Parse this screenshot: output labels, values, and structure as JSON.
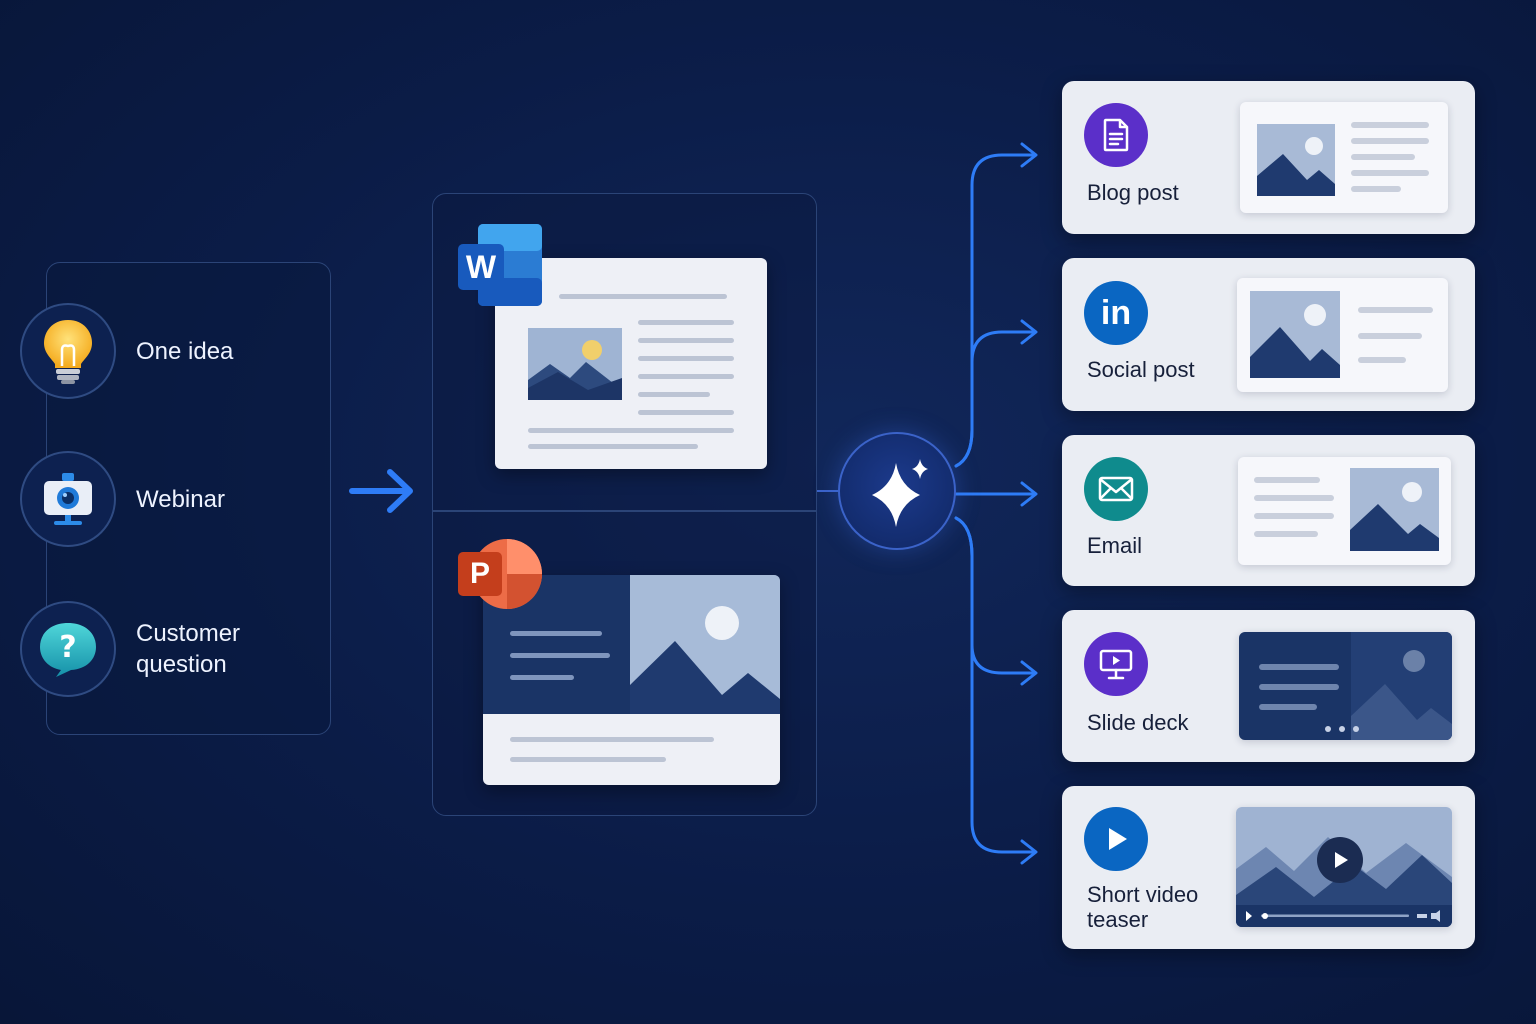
{
  "colors": {
    "background": "#0b1c47",
    "panel_border": "#2b4477",
    "connector": "#2e7cf6",
    "card": "#eaedf3",
    "word_blue": "#185abd",
    "powerpoint_orange": "#d24726",
    "purple_icon": "#5b2fc9",
    "linkedin_blue": "#0a66c2",
    "teal_icon": "#0f8b8d"
  },
  "sources": [
    {
      "label": "One idea",
      "icon": "lightbulb-icon"
    },
    {
      "label": "Webinar",
      "icon": "webcam-icon"
    },
    {
      "label": "Customer question",
      "icon": "question-bubble-icon"
    }
  ],
  "apps": {
    "word": {
      "letter": "W",
      "icon": "word-icon"
    },
    "powerpoint": {
      "letter": "P",
      "icon": "powerpoint-icon"
    }
  },
  "hub": {
    "icon": "sparkle-icon"
  },
  "outputs": [
    {
      "label": "Blog post",
      "icon": "document-icon"
    },
    {
      "label": "Social post",
      "icon": "linkedin-icon",
      "glyph": "in"
    },
    {
      "label": "Email",
      "icon": "envelope-icon"
    },
    {
      "label": "Slide deck",
      "icon": "presentation-icon"
    },
    {
      "label": "Short video teaser",
      "icon": "play-icon"
    }
  ]
}
